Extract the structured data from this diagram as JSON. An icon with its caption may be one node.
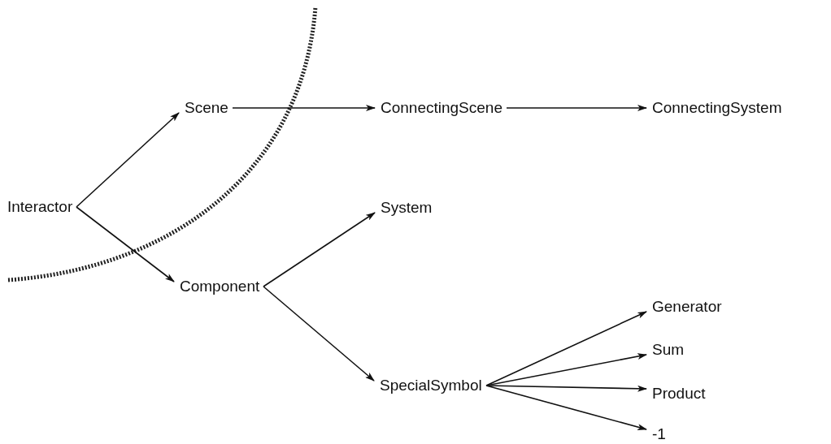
{
  "diagram": {
    "nodes": [
      {
        "text": [
          "Interactor"
        ]
      },
      {
        "text": [
          "Scene"
        ]
      },
      {
        "text": [
          "ConnectingScene"
        ]
      },
      {
        "text": [
          "ConnectingSystem"
        ]
      },
      {
        "text": [
          "System"
        ]
      },
      {
        "text": [
          "Component"
        ]
      },
      {
        "text": [
          "SpecialSymbol"
        ]
      },
      {
        "text": [
          "Generator"
        ]
      },
      {
        "text": [
          "Sum"
        ]
      },
      {
        "text": [
          "Product"
        ]
      },
      {
        "text": [
          "-1"
        ]
      }
    ],
    "edges": [
      {
        "from": 0,
        "to": 1,
        "arrow": "to"
      },
      {
        "from": 0,
        "to": 5,
        "arrow": "to"
      },
      {
        "from": 1,
        "to": 2,
        "arrow": "to"
      },
      {
        "from": 2,
        "to": 3,
        "arrow": "to"
      },
      {
        "from": 5,
        "to": 4,
        "arrow": "to"
      },
      {
        "from": 5,
        "to": 6,
        "arrow": "to"
      },
      {
        "from": 6,
        "to": 7,
        "arrow": "to"
      },
      {
        "from": 6,
        "to": 8,
        "arrow": "to"
      },
      {
        "from": 6,
        "to": 9,
        "arrow": "to"
      },
      {
        "from": 6,
        "to": 10,
        "arrow": "to"
      }
    ]
  }
}
